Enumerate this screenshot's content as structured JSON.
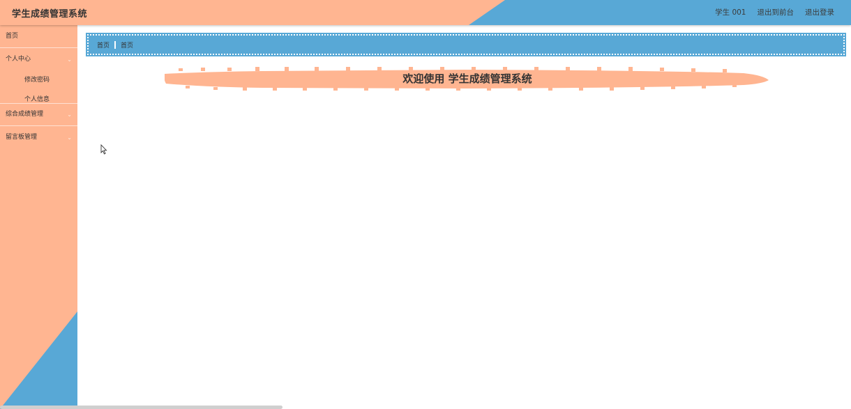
{
  "header": {
    "app_title": "学生成绩管理系统",
    "user_label": "学生 001",
    "links": [
      "退出到前台",
      "退出登录"
    ]
  },
  "sidebar": {
    "items": [
      {
        "label": "首页"
      },
      {
        "label": "个人中心",
        "subitems": [
          {
            "label": "修改密码"
          },
          {
            "label": "个人信息"
          }
        ]
      },
      {
        "label": "综合成绩管理"
      },
      {
        "label": "留言板管理"
      }
    ]
  },
  "breadcrumb": {
    "items": [
      "首页",
      "首页"
    ]
  },
  "welcome": {
    "text": "欢迎使用 学生成绩管理系统"
  },
  "colors": {
    "peach": "#ffb591",
    "blue": "#58a8d6",
    "text": "#333333"
  },
  "icons": {
    "menu_chevron": "chevron-down-icon",
    "cursor": "mouse-cursor-icon"
  }
}
